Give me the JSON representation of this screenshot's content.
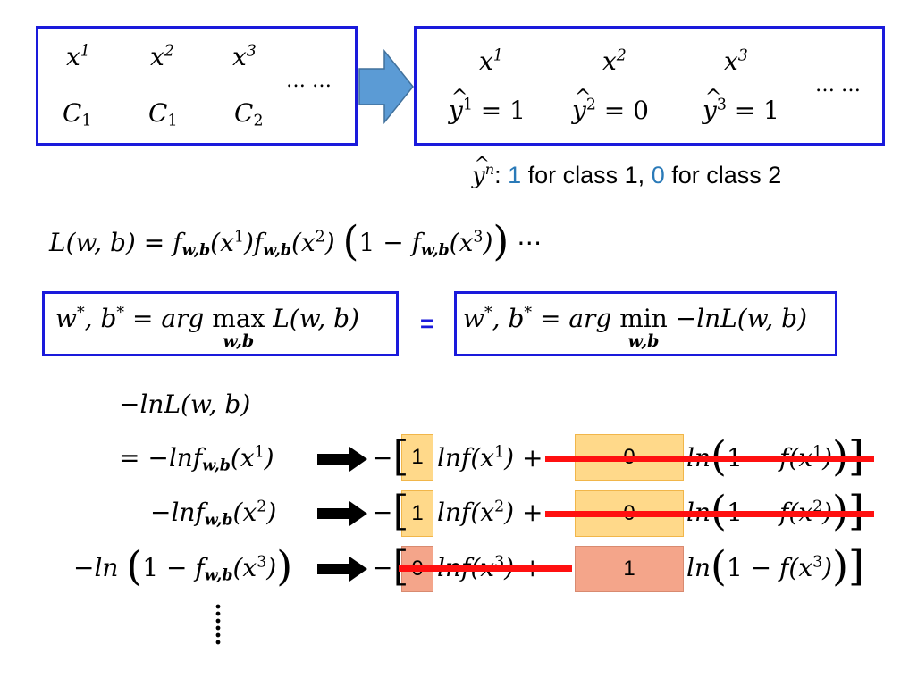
{
  "top_left": {
    "x_labels": [
      "1",
      "2",
      "3"
    ],
    "class_labels": [
      "1",
      "1",
      "2"
    ],
    "ellipsis": "… …"
  },
  "top_right": {
    "x_labels": [
      "1",
      "2",
      "3"
    ],
    "y_values": [
      "1",
      "0",
      "1"
    ],
    "ellipsis": "… …"
  },
  "caption": {
    "prefix": ": ",
    "one": "1",
    "for_class1": " for class 1, ",
    "zero": "0",
    "for_class2": " for class 2"
  },
  "equals_sign": "=",
  "rows": {
    "row1_coeff_a": "1",
    "row1_coeff_b": "0",
    "row2_coeff_a": "1",
    "row2_coeff_b": "0",
    "row3_coeff_a": "0",
    "row3_coeff_b": "1"
  },
  "colors": {
    "box_border": "#1a1adb",
    "arrow_fill": "#5b9bd5",
    "highlight_yellow": "#ffd98a",
    "highlight_red": "#f4a58a",
    "strike": "#ff1010",
    "caption_digit": "#2a7ab8"
  }
}
